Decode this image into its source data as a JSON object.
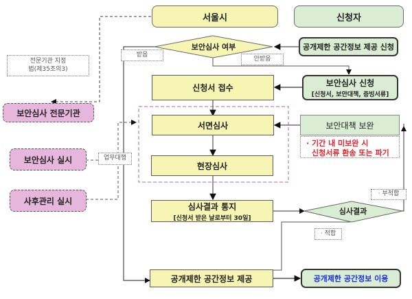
{
  "headers": {
    "seoul": "서울시",
    "applicant": "신청자"
  },
  "nodes": {
    "security_review_needed": "보안심사 여부",
    "restricted_info_request": "공개제한 공간정보 제공 신청",
    "security_review_application": "보안심사 신청",
    "security_review_application_docs": "[신청서, 보안대책, 증빙서류]",
    "application_receipt": "신청서 접수",
    "document_review": "서면심사",
    "onsite_review": "현장심사",
    "security_measure_supplement": "보안대책 보완",
    "result_notice": "심사결과 통지",
    "result_notice_sub": "[신청서 받은 날로부터 30일]",
    "review_result": "심사결과",
    "restricted_info_provision": "공개제한 공간정보 제공",
    "restricted_info_use": "공개제한 공간정보 이용"
  },
  "agency": {
    "specialized_agency": "보안심사 전문기관",
    "conduct_review": "보안심사 실시",
    "post_management": "사후관리 실시"
  },
  "notes": {
    "designation_law_line1": "전문기관 지정",
    "designation_law_line2": "법(제35조의3)",
    "subject": "받음",
    "not_subject": "안받음",
    "delegation": "업무대행",
    "unsuitable": "· 부적합",
    "suitable": "· 적합",
    "deadline_line1": "· 기간 내 미보완 시",
    "deadline_line2": "신청서류 환송 또는 파기"
  },
  "colors": {
    "seoul_fill": "#f7f5b4",
    "applicant_fill": "#dbecd4",
    "agency_fill": "#e6b6dc",
    "warning_text": "#e8232b",
    "final_text": "#1b2ee0",
    "review_group_border": "#b060b0"
  }
}
